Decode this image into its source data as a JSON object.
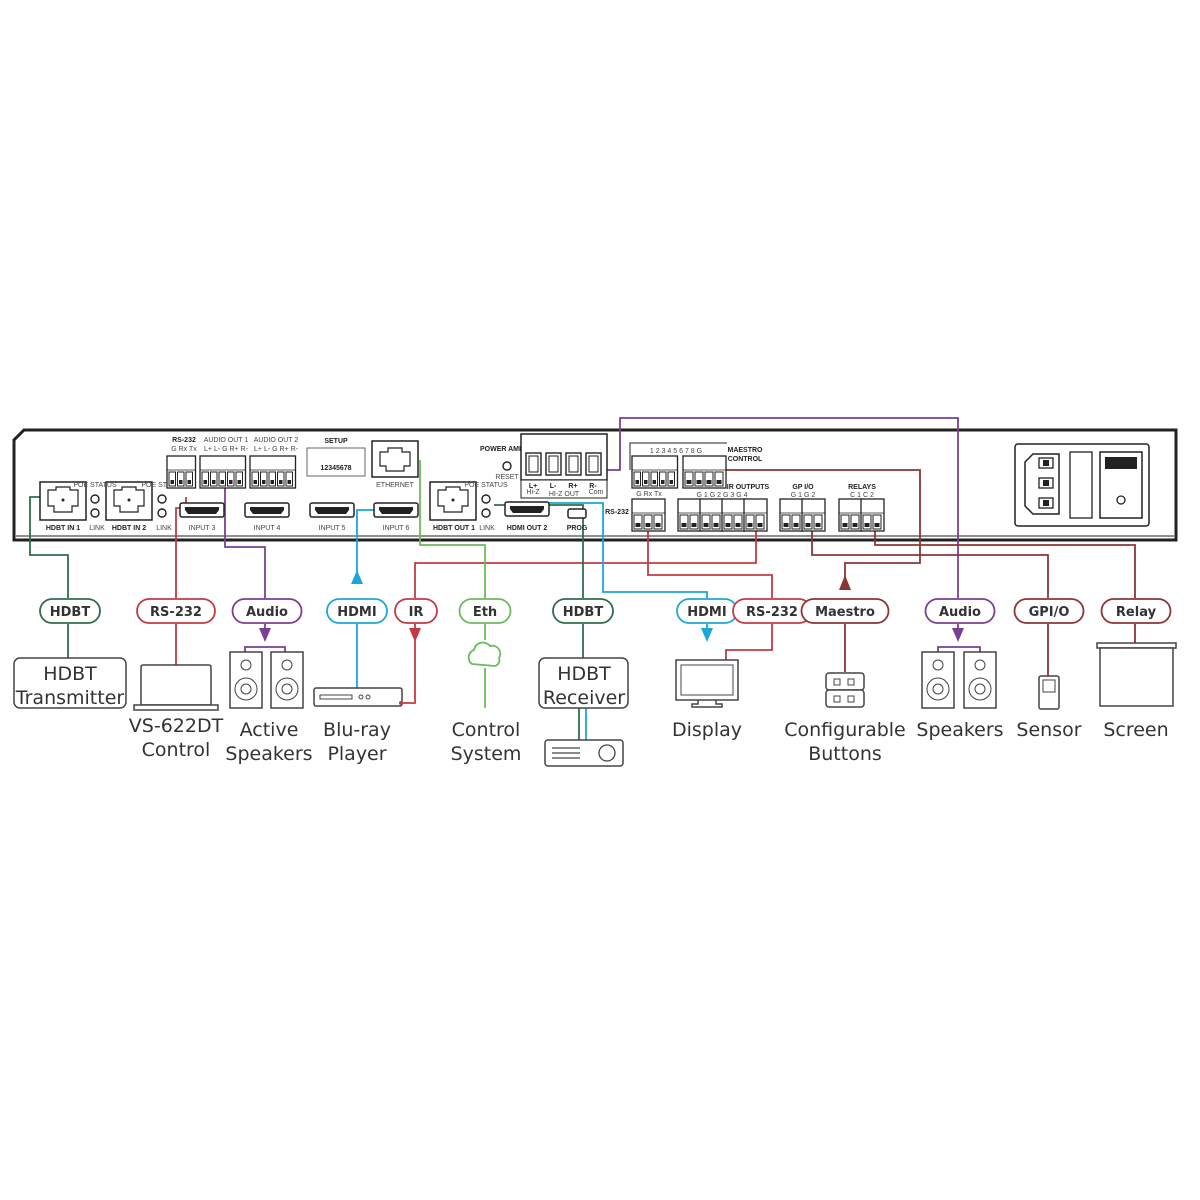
{
  "colors": {
    "hdbt": "#2f6e4c",
    "rs232": "#c43a44",
    "audio": "#7b3f92",
    "hdmi": "#1ba8d8",
    "eth": "#6bbb5c",
    "maestro": "#8c3535"
  },
  "panel": {
    "rs232_label": "RS-232",
    "rs232_pins": "G Rx Tx",
    "audio_out1_label": "AUDIO OUT 1",
    "audio_out1_pins": "L+ L-  G R+ R-",
    "audio_out2_label": "AUDIO OUT 2",
    "audio_out2_pins": "L+ L-  G R+ R-",
    "setup_label": "SETUP",
    "setup_pins": "12345678",
    "ethernet_label": "ETHERNET",
    "hdbt_in1": "HDBT IN 1",
    "hdbt_in2": "HDBT IN 2",
    "hdbt_out1": "HDBT OUT 1",
    "poe_status": "POE STATUS",
    "link": "LINK",
    "input3": "INPUT 3",
    "input4": "INPUT 4",
    "input5": "INPUT 5",
    "input6": "INPUT 6",
    "hdmi_out2": "HDMI OUT 2",
    "prog": "PROG",
    "reset": "RESET",
    "power_amp": "POWER AMP",
    "hiz_pins": [
      "L+",
      "L-",
      "R+",
      "R-"
    ],
    "hiz": "Hi-Z",
    "hiz_out": "HI-Z OUT",
    "com": "Com",
    "maestro_pins": "1  2  3  4  5   6  7  8  G",
    "maestro_label1": "MAESTRO",
    "maestro_label2": "CONTROL",
    "rs232_right_label": "RS-232",
    "rs232_right_pins": "G Rx Tx",
    "ir_outputs_label": "IR OUTPUTS",
    "ir_pins": "G  1   G  2   G  3   G  4",
    "gpio_label": "GP I/O",
    "gpio_pins": "G  1   G  2",
    "relays_label": "RELAYS",
    "relays_pins": "C  1   C  2"
  },
  "connections": [
    {
      "label": "HDBT",
      "device": [
        "HDBT",
        "Transmitter"
      ]
    },
    {
      "label": "RS-232",
      "device": [
        "VS-622DT",
        "Control"
      ]
    },
    {
      "label": "Audio",
      "device": [
        "Active",
        "Speakers"
      ]
    },
    {
      "label": "HDMI",
      "device": [
        "Blu-ray",
        "Player"
      ]
    },
    {
      "label": "IR"
    },
    {
      "label": "Eth",
      "device": [
        "Control",
        "System"
      ]
    },
    {
      "label": "HDBT",
      "device": [
        "HDBT",
        "Receiver"
      ]
    },
    {
      "label": "HDMI",
      "device": [
        "Display"
      ]
    },
    {
      "label": "RS-232"
    },
    {
      "label": "Maestro",
      "device": [
        "Configurable",
        "Buttons"
      ]
    },
    {
      "label": "Audio",
      "device": [
        "Speakers"
      ]
    },
    {
      "label": "GPI/O",
      "device": [
        "Sensor"
      ]
    },
    {
      "label": "Relay",
      "device": [
        "Screen"
      ]
    }
  ]
}
